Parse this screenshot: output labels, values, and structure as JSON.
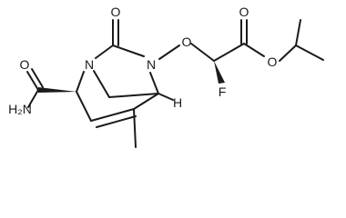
{
  "labels": {
    "amide_nh2": "H₂N",
    "amide_o": "O",
    "n1": "N",
    "n2": "N",
    "ring_carbonyl_o": "O",
    "ether_o": "O",
    "fluorine": "F",
    "ester_carbonyl_o": "O",
    "ester_o": "O",
    "hydrogen": "H"
  },
  "colors": {
    "ink": "#1a1a1a",
    "background": "#ffffff"
  }
}
